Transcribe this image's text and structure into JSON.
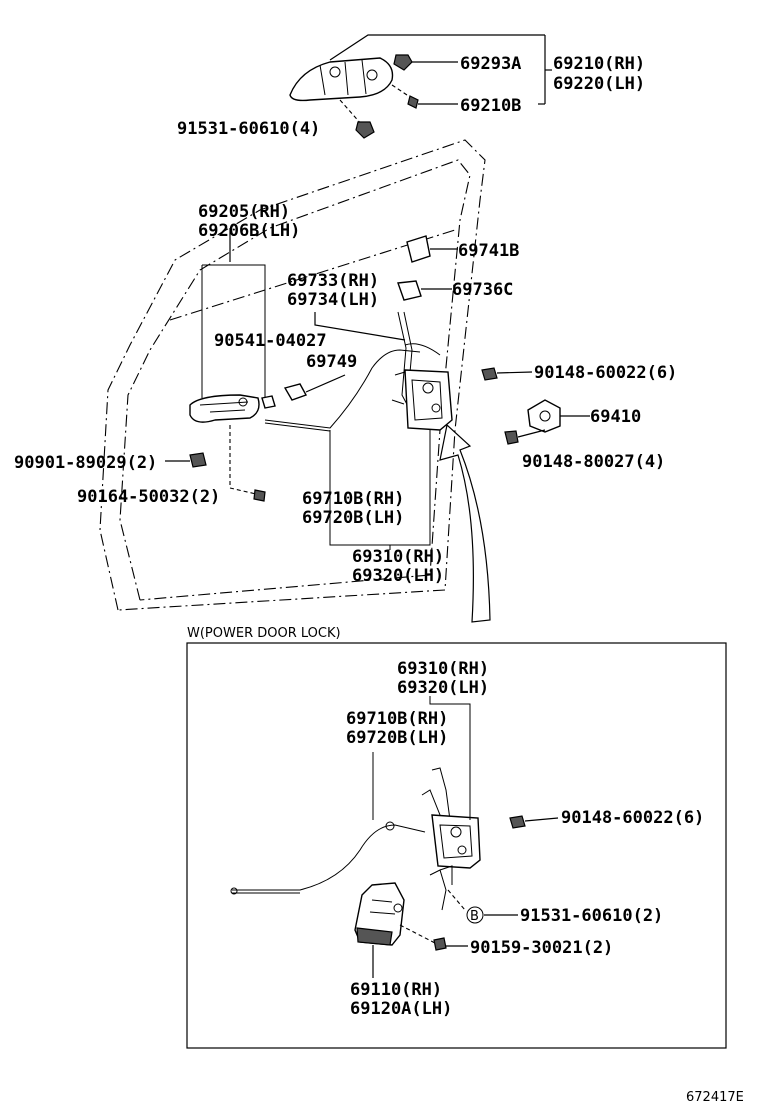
{
  "labels": {
    "p69293A": "69293A",
    "p69210": "69210(RH)",
    "p69220": "69220(LH)",
    "p69210B": "69210B",
    "p91531_4": "91531-60610(4)",
    "p69205": "69205(RH)",
    "p69206B": "69206B(LH)",
    "p69741B": "69741B",
    "p69733": "69733(RH)",
    "p69734": "69734(LH)",
    "p69736C": "69736C",
    "p90541": "90541-04027",
    "p69749": "69749",
    "p90148_60022": "90148-60022(6)",
    "p69410": "69410",
    "p90148_80027": "90148-80027(4)",
    "p90901": "90901-89029(2)",
    "p90164": "90164-50032(2)",
    "p69710B": "69710B(RH)",
    "p69720B": "69720B(LH)",
    "p69310": "69310(RH)",
    "p69320": "69320(LH)",
    "box_title": "W(POWER DOOR LOCK)",
    "b_69310": "69310(RH)",
    "b_69320": "69320(LH)",
    "b_69710B": "69710B(RH)",
    "b_69720B": "69720B(LH)",
    "b_90148_60022": "90148-60022(6)",
    "b_marker": "B",
    "b_91531_2": "91531-60610(2)",
    "b_90159": "90159-30021(2)",
    "b_69110": "69110(RH)",
    "b_69120A": "69120A(LH)",
    "figure_id": "672417E"
  }
}
